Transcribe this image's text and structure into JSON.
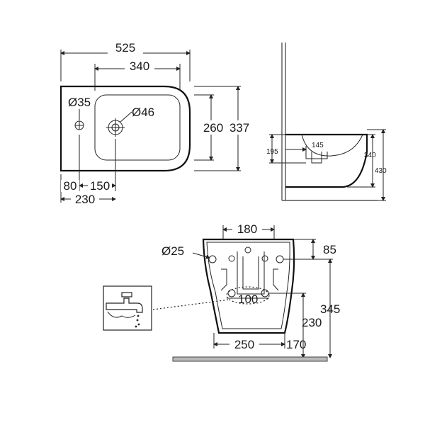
{
  "plan_view": {
    "overall_width": "525",
    "bowl_width": "340",
    "tap_hole_dia": "Ø35",
    "waste_dia": "Ø46",
    "bowl_depth": "260",
    "overall_depth": "337",
    "tap_offset": "80",
    "waste_offset": "150",
    "waste_from_edge": "230"
  },
  "side_view": {
    "waste_height": "195",
    "waste_projection": "145",
    "front_height": "340",
    "overall_height": "430"
  },
  "rear_view": {
    "fixing_centres": "180",
    "fixing_hole_dia": "Ø25",
    "fixing_top_offset": "85",
    "waste_centre_label": "100",
    "height_345": "345",
    "height_230": "230",
    "base_width": "250",
    "floor_offset": "170"
  },
  "icons": {
    "tap": "tap-icon"
  },
  "colors": {
    "line": "#222222",
    "floor": "#b9b9b9"
  }
}
